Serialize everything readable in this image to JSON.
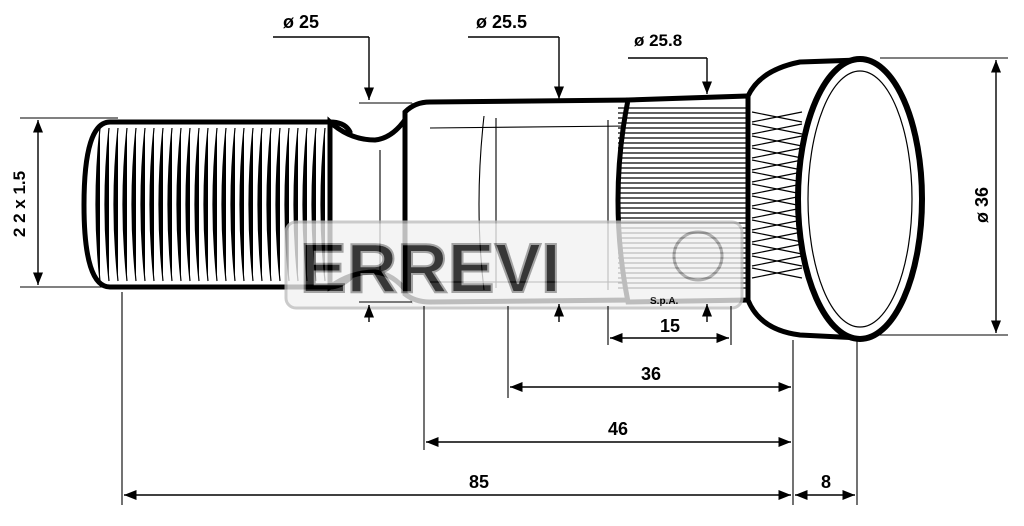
{
  "drawing": {
    "subject": "wheel-stud",
    "dimensions": {
      "thread": "2 2 x 1.5",
      "dia_neck": "ø  25",
      "dia_body": "ø  25.5",
      "dia_knurl": "ø 25.8",
      "dia_head": "ø  36",
      "len_knurl": "15",
      "len_36": "36",
      "len_46": "46",
      "len_85": "85",
      "len_head": "8"
    },
    "watermark": {
      "logo_text": "ERREVI",
      "sub_text": "S.p.A."
    }
  }
}
